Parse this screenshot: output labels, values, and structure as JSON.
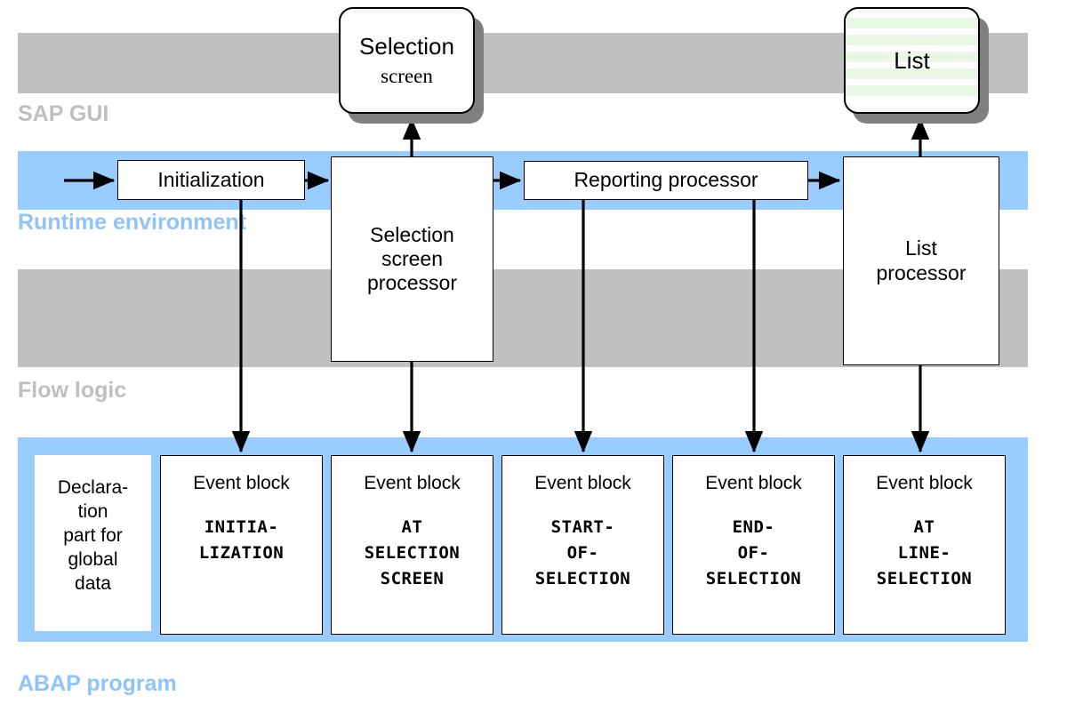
{
  "diagram": {
    "title": "ABAP report program runtime architecture",
    "colors": {
      "band_gray": "#c0c0c0",
      "band_blue": "#99ccff",
      "label_gray": "#bfbfbf",
      "label_blue": "#8fc4fa",
      "list_stripe_green": "#e8f8e4",
      "shadow": "#808080",
      "line": "#000000"
    }
  },
  "layers": [
    {
      "id": "sap-gui",
      "label": "SAP GUI",
      "band_color": "#c0c0c0",
      "label_color": "#bfbfbf"
    },
    {
      "id": "runtime",
      "label": "Runtime environment",
      "band_color": "#99ccff",
      "label_color": "#8fc4fa"
    },
    {
      "id": "flow-logic",
      "label": "Flow logic",
      "band_color": "#c0c0c0",
      "label_color": "#bfbfbf"
    },
    {
      "id": "abap",
      "label": "ABAP program",
      "band_color": "#99ccff",
      "label_color": "#8fc4fa"
    }
  ],
  "gui_objects": [
    {
      "id": "selection-screen",
      "line1": "Selection",
      "line2": "screen",
      "style": "plain"
    },
    {
      "id": "list",
      "line1": "List",
      "line2": "",
      "style": "striped"
    }
  ],
  "processors": [
    {
      "id": "initialization",
      "label": "Initialization"
    },
    {
      "id": "selection-screen-processor",
      "label": "Selection\nscreen\nprocessor"
    },
    {
      "id": "reporting-processor",
      "label": "Reporting  processor"
    },
    {
      "id": "list-processor",
      "label": "List\nprocessor"
    }
  ],
  "abap_blocks": [
    {
      "id": "declaration-part",
      "title": "Declara-\ntion\npart for\nglobal\ndata",
      "code": "",
      "bordered": false
    },
    {
      "id": "event-initialization",
      "title": "Event block",
      "code": "INITIA-\nLIZATION",
      "bordered": true
    },
    {
      "id": "event-at-selection-screen",
      "title": "Event block",
      "code": "AT\nSELECTION\nSCREEN",
      "bordered": true
    },
    {
      "id": "event-start-of-selection",
      "title": "Event block",
      "code": "START-\nOF-\nSELECTION",
      "bordered": true
    },
    {
      "id": "event-end-of-selection",
      "title": "Event block",
      "code": "END-\nOF-\nSELECTION",
      "bordered": true
    },
    {
      "id": "event-at-line-selection",
      "title": "Event block",
      "code": "AT\nLINE-\nSELECTION",
      "bordered": true
    }
  ]
}
